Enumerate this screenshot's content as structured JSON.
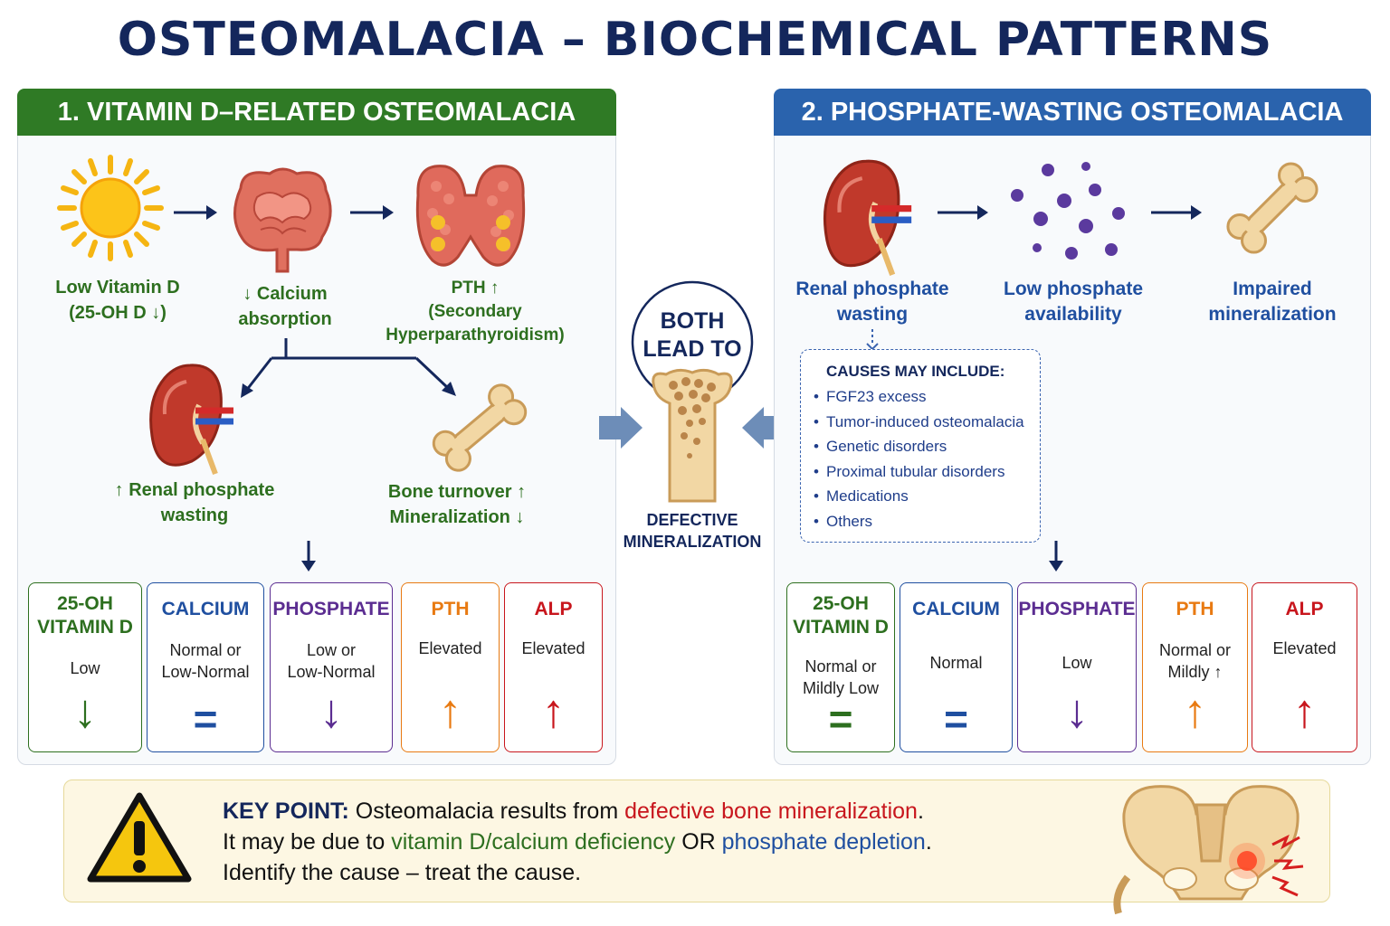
{
  "title": "OSTEOMALACIA – BIOCHEMICAL PATTERNS",
  "left_panel": {
    "header": "1. VITAMIN D–RELATED OSTEOMALACIA",
    "steps": {
      "vitd_line1": "Low Vitamin D",
      "vitd_line2": "(25-OH D ↓)",
      "calcium_line1": "↓ Calcium",
      "calcium_line2": "absorption",
      "pth_line1": "PTH ↑",
      "pth_line2": "(Secondary",
      "pth_line3": "Hyperparathyroidism)",
      "renal_line1": "↑ Renal phosphate",
      "renal_line2": "wasting",
      "bone_line1": "Bone turnover ↑",
      "bone_line2": "Mineralization ↓"
    },
    "cards": [
      {
        "title1": "25-OH",
        "title2": "VITAMIN D",
        "val1": "Low",
        "val2": "",
        "arrow": "↓",
        "color": "#2d6f1f"
      },
      {
        "title1": "CALCIUM",
        "title2": "",
        "val1": "Normal or",
        "val2": "Low-Normal",
        "arrow": "=",
        "color": "#1f4fa0"
      },
      {
        "title1": "PHOSPHATE",
        "title2": "",
        "val1": "Low or",
        "val2": "Low-Normal",
        "arrow": "↓",
        "color": "#5b2d91"
      },
      {
        "title1": "PTH",
        "title2": "",
        "val1": "Elevated",
        "val2": "",
        "arrow": "↑",
        "color": "#e87a12"
      },
      {
        "title1": "ALP",
        "title2": "",
        "val1": "Elevated",
        "val2": "",
        "arrow": "↑",
        "color": "#c8161d"
      }
    ]
  },
  "center": {
    "both_line1": "BOTH",
    "both_line2": "LEAD TO",
    "defect_line1": "DEFECTIVE",
    "defect_line2": "MINERALIZATION"
  },
  "right_panel": {
    "header": "2. PHOSPHATE-WASTING OSTEOMALACIA",
    "steps": {
      "renal_line1": "Renal phosphate",
      "renal_line2": "wasting",
      "lowp_line1": "Low phosphate",
      "lowp_line2": "availability",
      "impaired_line1": "Impaired",
      "impaired_line2": "mineralization"
    },
    "causes": {
      "title": "CAUSES MAY INCLUDE:",
      "items": [
        "FGF23 excess",
        "Tumor-induced osteomalacia",
        "Genetic disorders",
        "Proximal tubular disorders",
        "Medications",
        "Others"
      ]
    },
    "cards": [
      {
        "title1": "25-OH",
        "title2": "VITAMIN D",
        "val1": "Normal or",
        "val2": "Mildly Low",
        "arrow": "=",
        "color": "#2d6f1f"
      },
      {
        "title1": "CALCIUM",
        "title2": "",
        "val1": "Normal",
        "val2": "",
        "arrow": "=",
        "color": "#1f4fa0"
      },
      {
        "title1": "PHOSPHATE",
        "title2": "",
        "val1": "Low",
        "val2": "",
        "arrow": "↓",
        "color": "#5b2d91"
      },
      {
        "title1": "PTH",
        "title2": "",
        "val1": "Normal or",
        "val2": "Mildly ↑",
        "arrow": "↑",
        "color": "#e87a12"
      },
      {
        "title1": "ALP",
        "title2": "",
        "val1": "Elevated",
        "val2": "",
        "arrow": "↑",
        "color": "#c8161d"
      }
    ]
  },
  "key_point": {
    "label": "KEY POINT:",
    "line1_a": "Osteomalacia results from",
    "line1_b": "defective bone mineralization",
    "line1_c": ".",
    "line2_a": "It may be due to",
    "line2_b": "vitamin D/calcium deficiency",
    "line2_c": "OR",
    "line2_d": "phosphate depletion",
    "line2_e": ".",
    "line3": "Identify the cause – treat the cause."
  },
  "colors": {
    "navy": "#14275c",
    "green": "#2d6f1f",
    "blue": "#1f4fa0",
    "red": "#c8161d",
    "left_header": "#2f7a25",
    "right_header": "#2a63ad"
  },
  "icons": [
    "sun-icon",
    "intestine-icon",
    "parathyroid-icon",
    "kidney-icon",
    "bone-icon",
    "phosphate-particles-icon",
    "warning-icon",
    "pelvis-icon"
  ]
}
